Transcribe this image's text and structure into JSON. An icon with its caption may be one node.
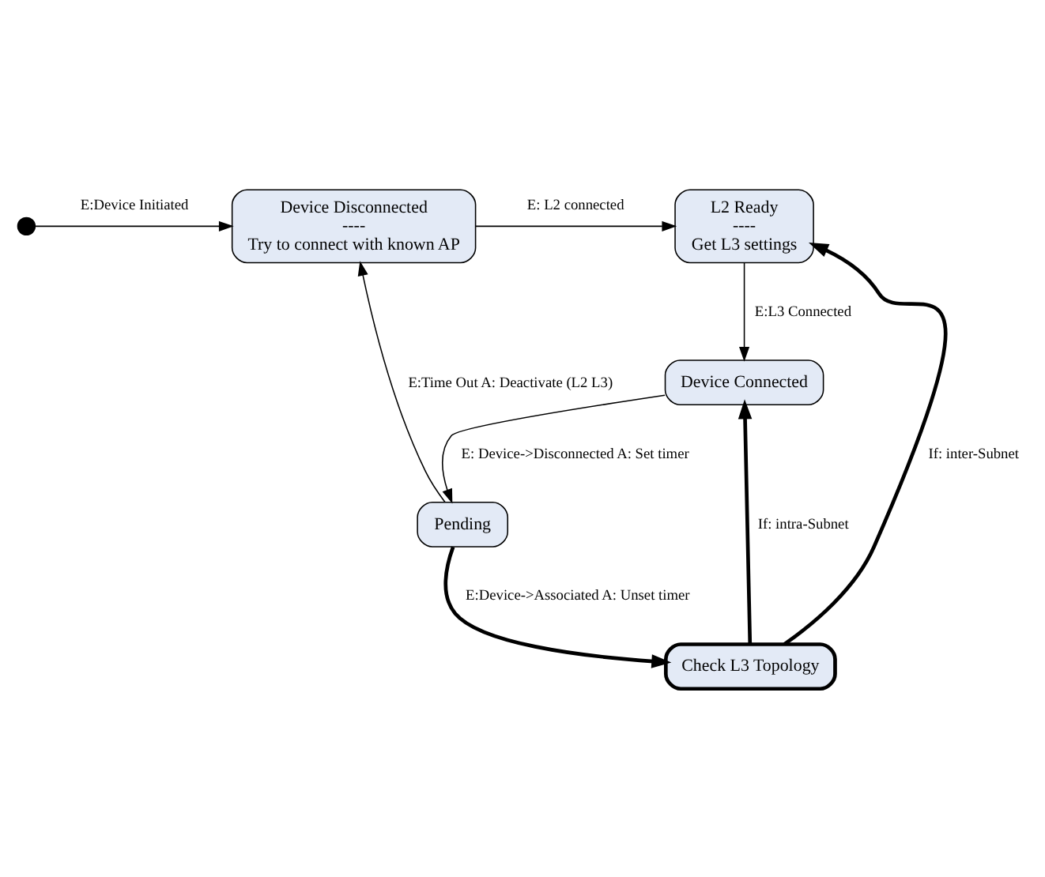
{
  "diagram": {
    "nodes": [
      {
        "text": [
          "Device Disconnected",
          "----",
          "Try to connect with known AP"
        ]
      },
      {
        "text": [
          "L2 Ready",
          "----",
          "Get L3 settings"
        ]
      },
      {
        "text": [
          "Pending"
        ]
      },
      {
        "text": [
          "Device Connected"
        ]
      },
      {
        "text": [
          "Check L3 Topology"
        ]
      },
      {
        "text": [],
        "shape": "circle"
      }
    ],
    "edges": [
      {
        "from": 5,
        "to": 0,
        "arrow": "to",
        "label": "E:Device Initiated"
      },
      {
        "from": 0,
        "to": 1,
        "arrow": "to",
        "label": "E: L2 connected"
      },
      {
        "from": 1,
        "to": 3,
        "arrow": "to",
        "label": "E:L3 Connected"
      },
      {
        "from": 3,
        "to": 2,
        "arrow": "to",
        "label": "E: Device->Disconnected A: Set timer"
      },
      {
        "from": 2,
        "to": 0,
        "arrow": "to",
        "label": "E:Time Out A: Deactivate (L2 L3)"
      },
      {
        "from": 2,
        "to": 4,
        "arrow": "to",
        "style": "thick",
        "label": "E:Device->Associated A: Unset timer"
      },
      {
        "from": 4,
        "to": 3,
        "arrow": "to",
        "style": "thick",
        "label": "If: intra-Subnet"
      },
      {
        "from": 4,
        "to": 1,
        "arrow": "to",
        "style": "thick",
        "label": "If: inter-Subnet"
      }
    ]
  }
}
